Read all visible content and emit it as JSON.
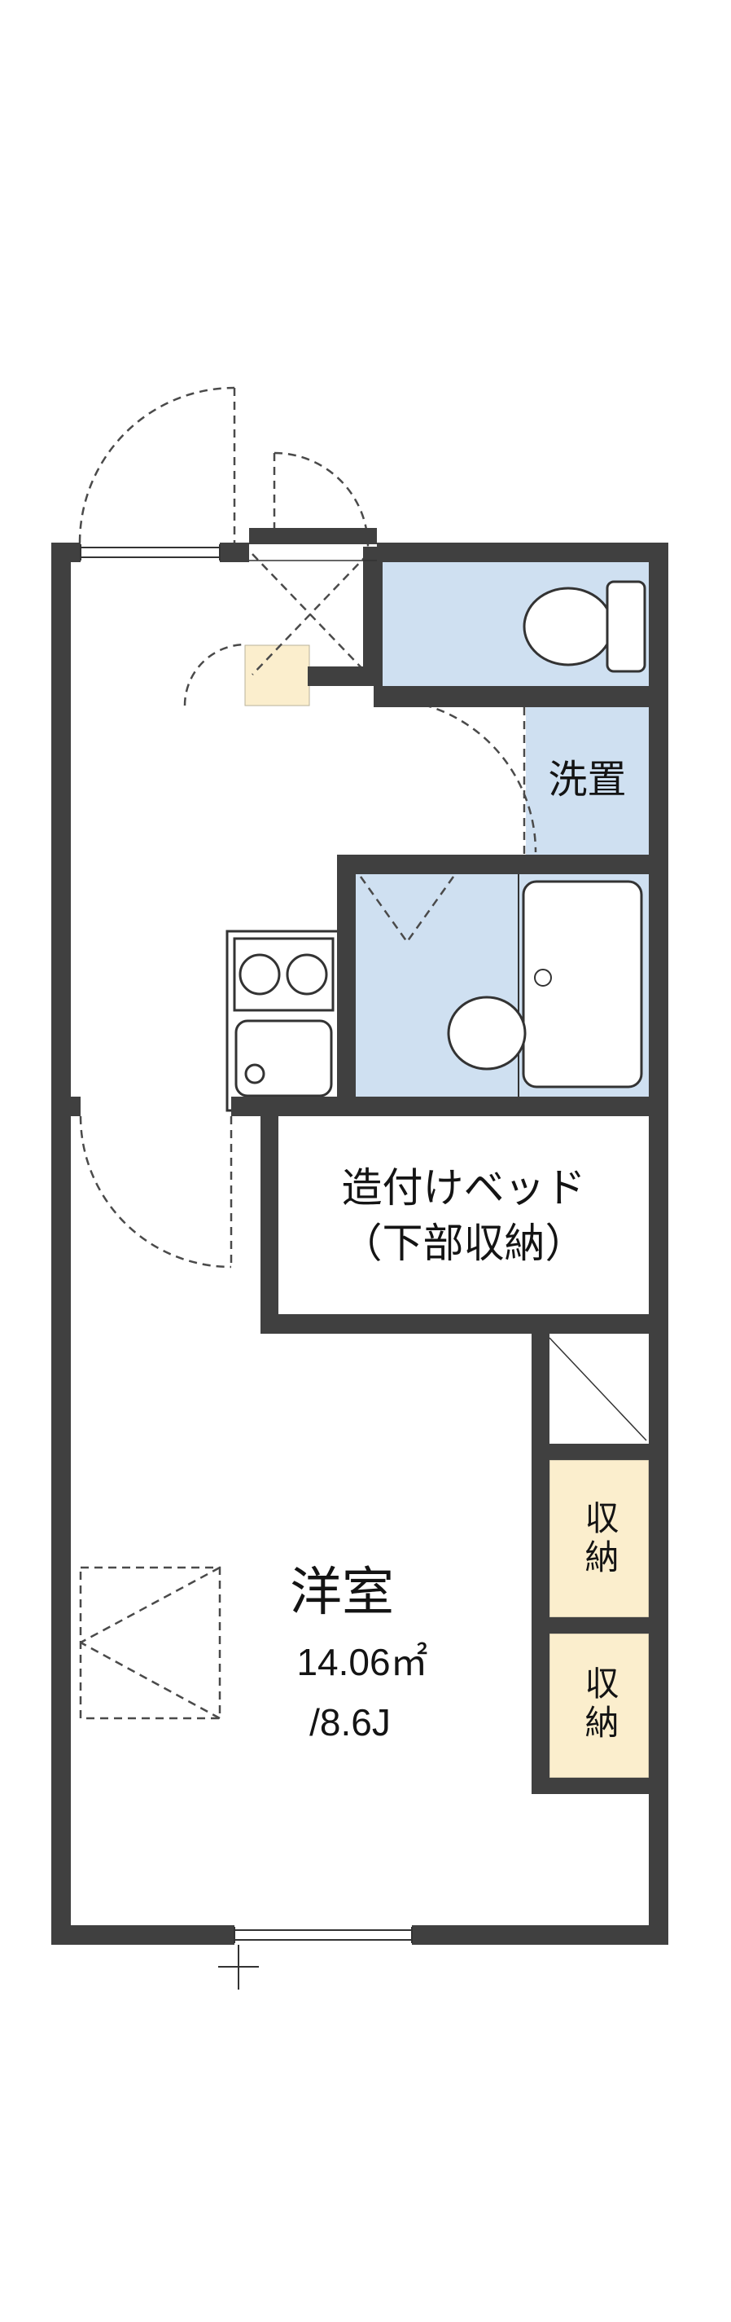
{
  "floorplan": {
    "labels": {
      "washer": "洗置",
      "bed_line1": "造付けベッド",
      "bed_line2": "（下部収納）",
      "room_name": "洋室",
      "room_area": "14.06㎡",
      "room_tatami": "/8.6J",
      "storage_upper": "収納",
      "storage_lower": "収納"
    },
    "colors": {
      "wall": "#404040",
      "wet_area_floor": "#cfe0f1",
      "storage_floor": "#fbeecd"
    }
  }
}
